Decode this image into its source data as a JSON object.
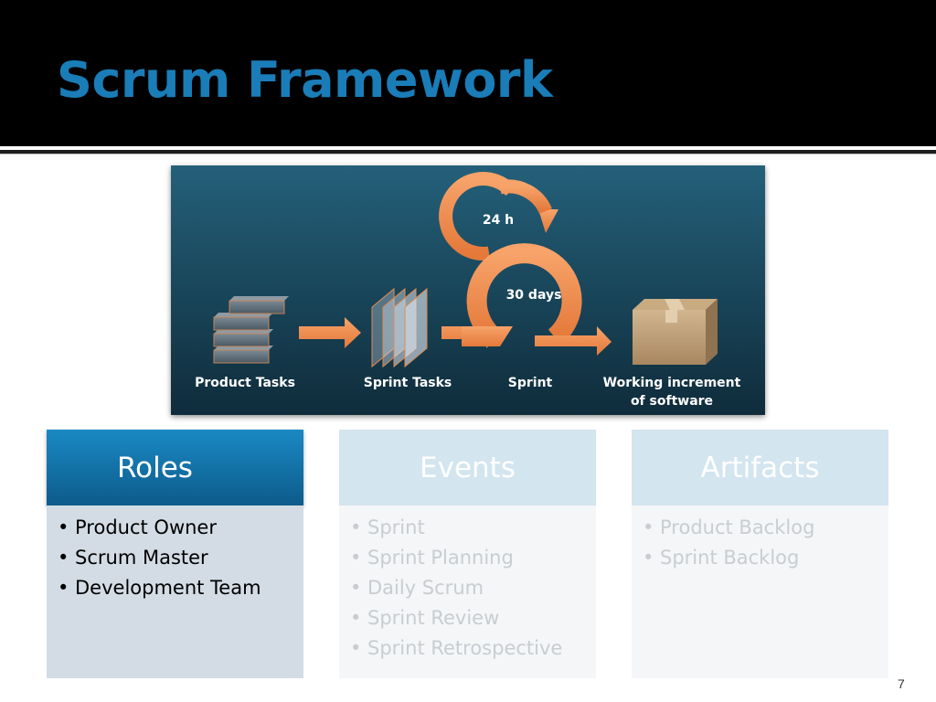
{
  "slide": {
    "title": "Scrum Framework",
    "page_number": "7"
  },
  "diagram": {
    "labels": {
      "product_tasks": "Product Tasks",
      "sprint_tasks": "Sprint Tasks",
      "sprint": "Sprint",
      "working_increment_line1": "Working increment",
      "working_increment_line2": "of software",
      "daily_cycle": "24 h",
      "sprint_cycle": "30 days"
    },
    "colors": {
      "background": "#1d4c62",
      "arrow": "#f08c4a",
      "box": "#b89a72"
    }
  },
  "columns": [
    {
      "heading": "Roles",
      "items": [
        "Product Owner",
        "Scrum Master",
        "Development Team"
      ]
    },
    {
      "heading": "Events",
      "items": [
        "Sprint",
        "Sprint Planning",
        "Daily Scrum",
        "Sprint Review",
        "Sprint Retrospective"
      ]
    },
    {
      "heading": "Artifacts",
      "items": [
        "Product Backlog",
        "Sprint Backlog"
      ]
    }
  ],
  "bullet": "•"
}
